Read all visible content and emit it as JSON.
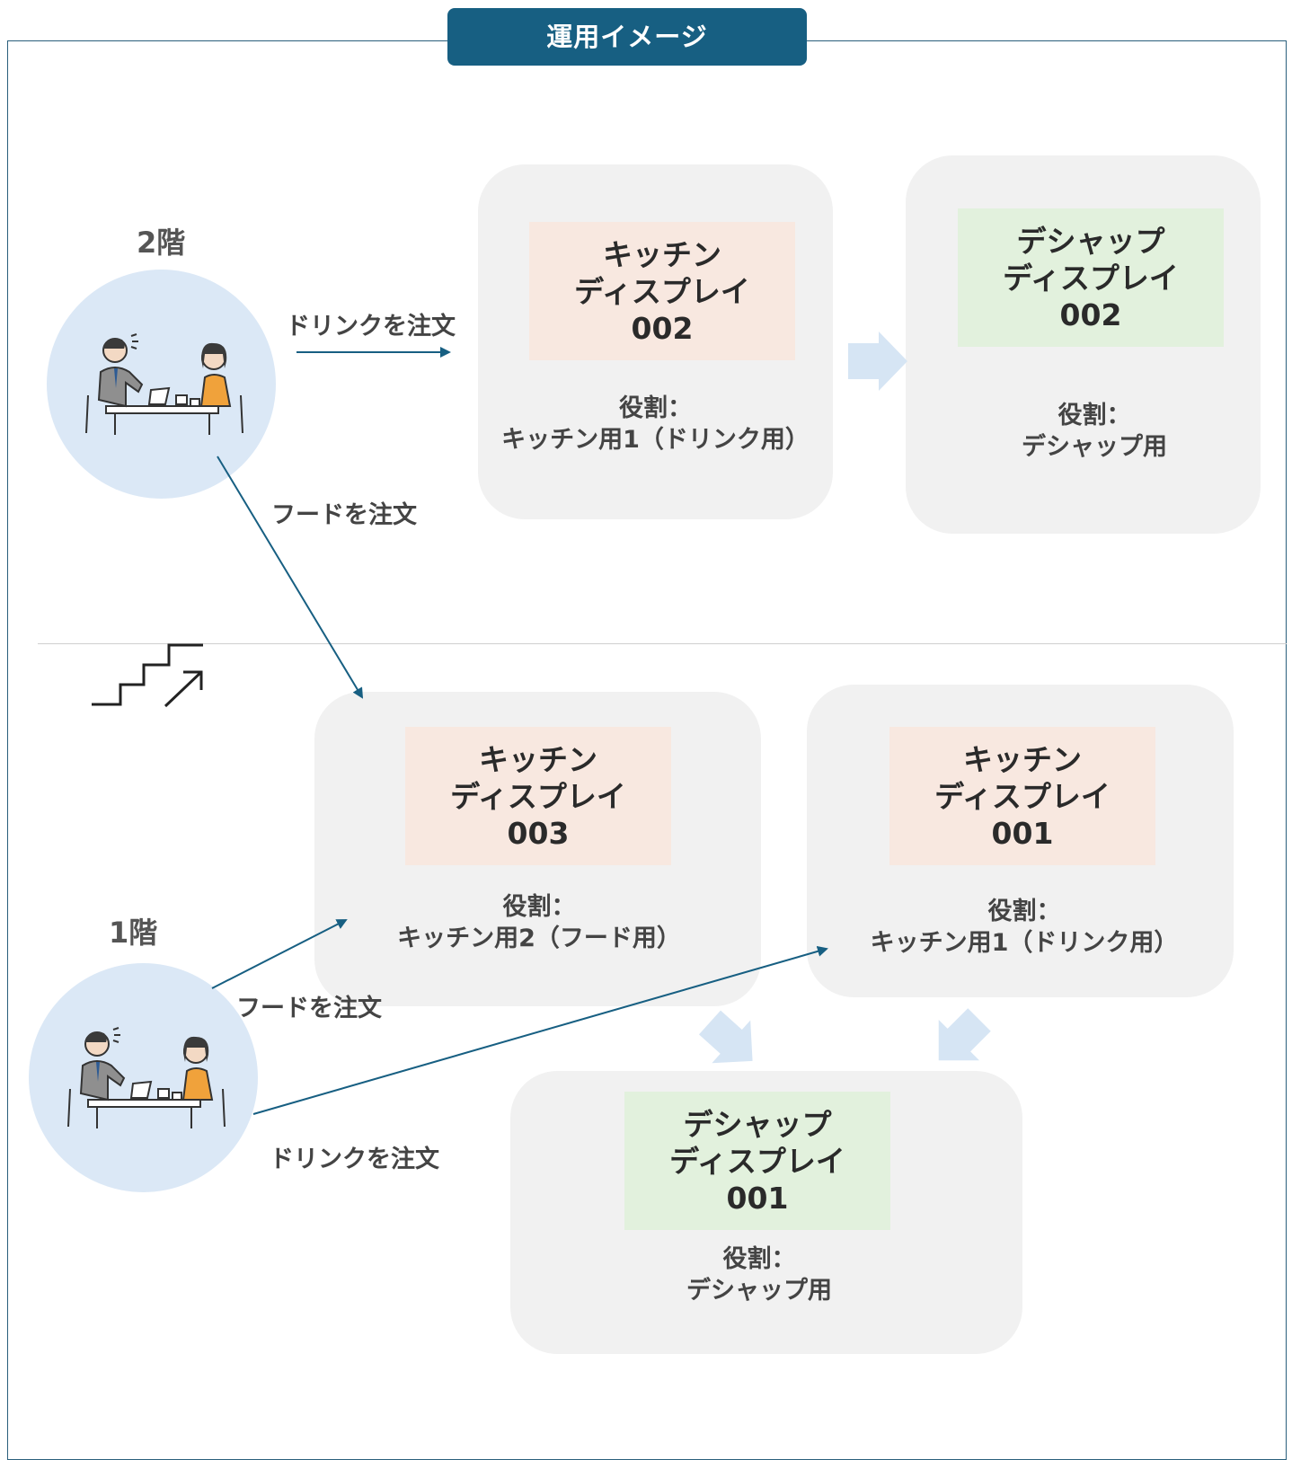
{
  "title": "運用イメージ",
  "floors": {
    "second": {
      "label": "2階"
    },
    "first": {
      "label": "1階"
    }
  },
  "orders": {
    "second_drink": "ドリンクを注文",
    "second_food": "フードを注文",
    "first_food": "フードを注文",
    "first_drink": "ドリンクを注文"
  },
  "cards": {
    "kitchen_002": {
      "line1": "キッチン",
      "line2": "ディスプレイ",
      "line3": "002",
      "role_label": "役割：",
      "role_value": "キッチン用1（ドリンク用）"
    },
    "dishup_002": {
      "line1": "デシャップ",
      "line2": "ディスプレイ",
      "line3": "002",
      "role_label": "役割：",
      "role_value": "デシャップ用"
    },
    "kitchen_003": {
      "line1": "キッチン",
      "line2": "ディスプレイ",
      "line3": "003",
      "role_label": "役割：",
      "role_value": "キッチン用2（フード用）"
    },
    "kitchen_001": {
      "line1": "キッチン",
      "line2": "ディスプレイ",
      "line3": "001",
      "role_label": "役割：",
      "role_value": "キッチン用1（ドリンク用）"
    },
    "dishup_001": {
      "line1": "デシャップ",
      "line2": "ディスプレイ",
      "line3": "001",
      "role_label": "役割：",
      "role_value": "デシャップ用"
    }
  },
  "icons": [
    "staircase-icon",
    "customers-at-table-illustration"
  ],
  "colors": {
    "accent": "#175f82",
    "kitchen_header": "#f8e8e0",
    "dishup_header": "#e2f1dd",
    "card_bg": "#f1f1f1",
    "circle_bg": "#dbe8f6",
    "block_arrow": "#d6e5f4"
  }
}
